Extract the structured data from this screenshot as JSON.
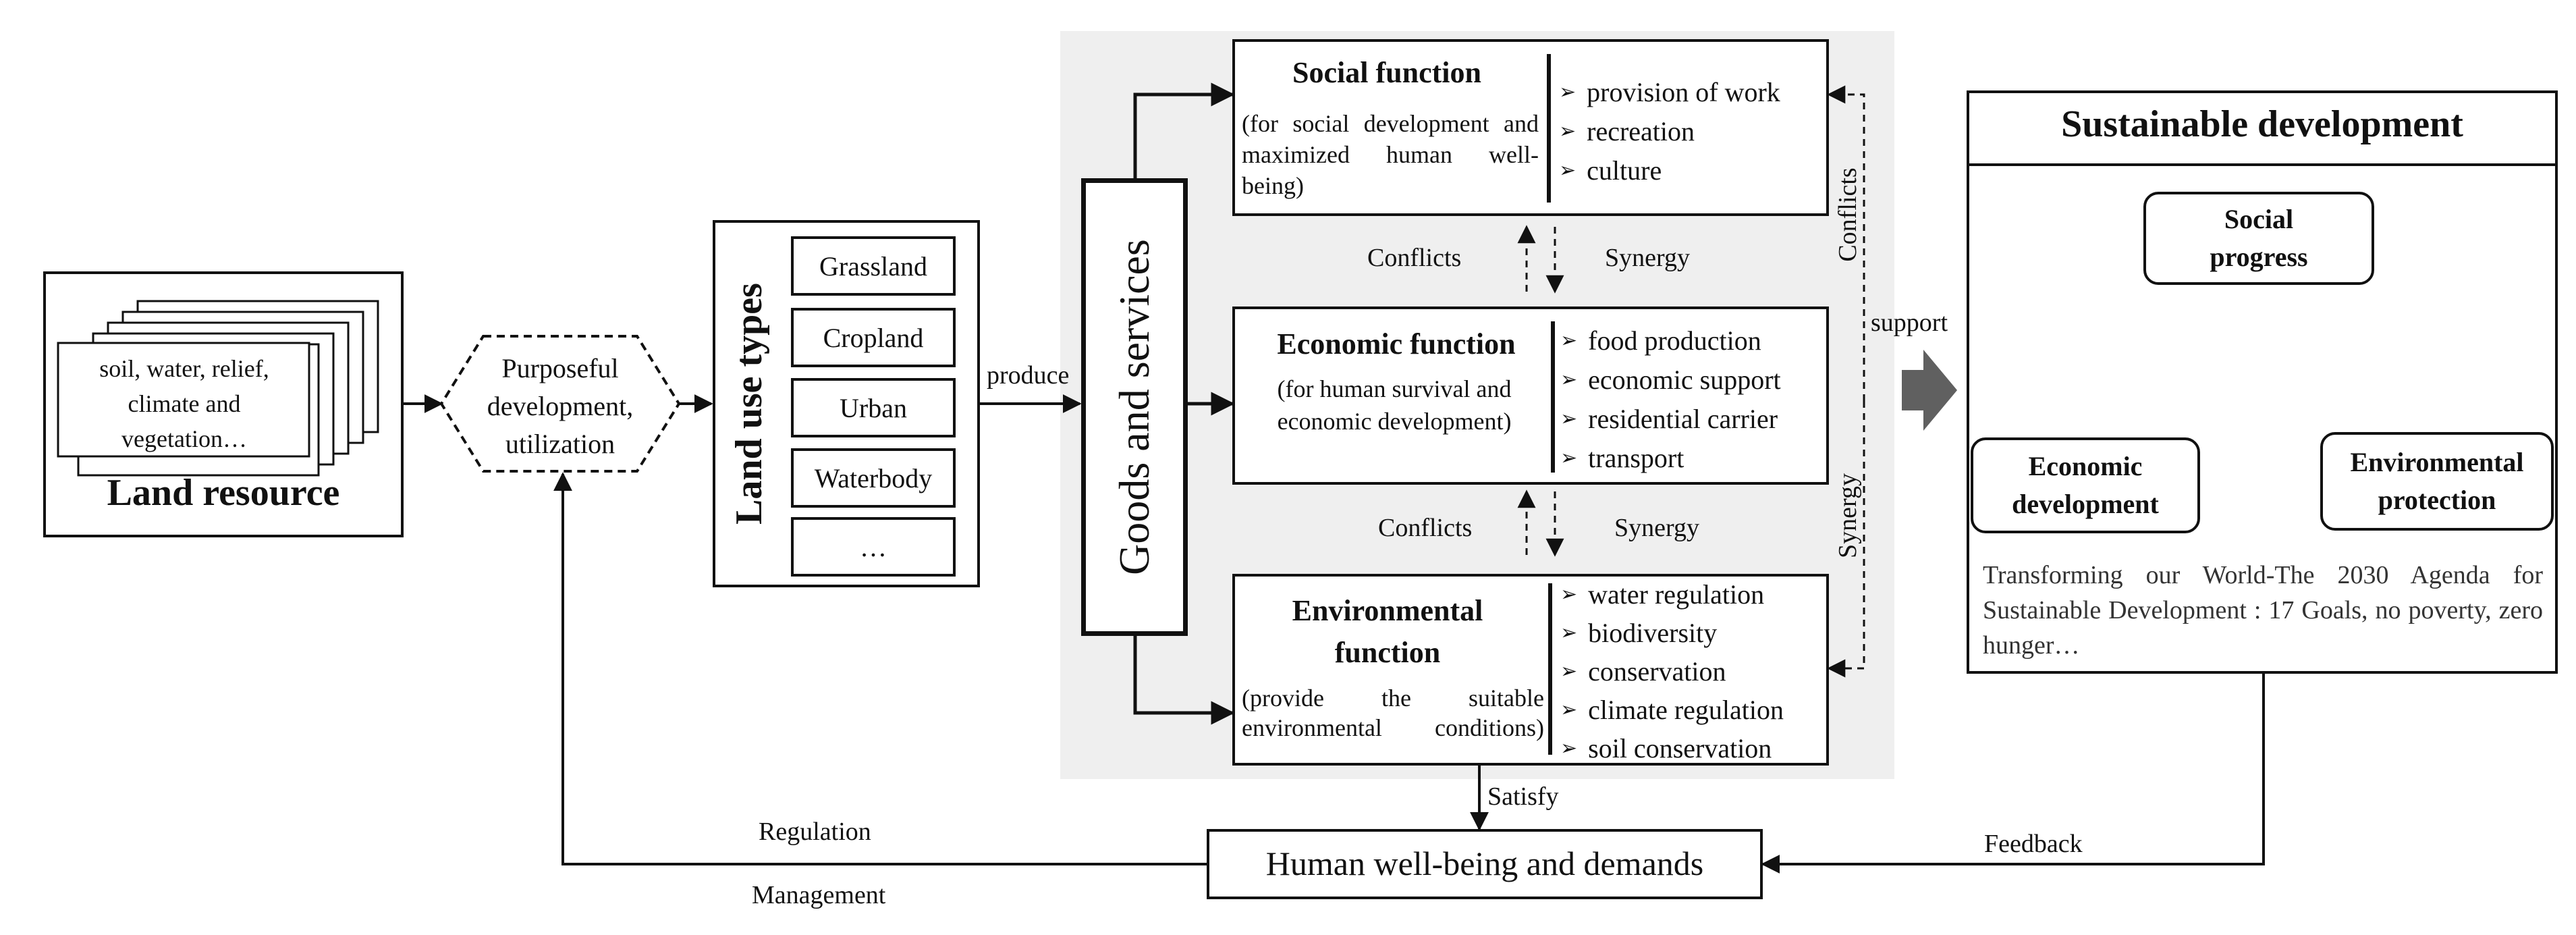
{
  "land_resource": {
    "description": "soil, water, relief, climate and vegetation…",
    "title": "Land resource"
  },
  "purposeful_development": "Purposeful development, utilization",
  "land_use_types": {
    "title": "Land use types",
    "items": [
      "Grassland",
      "Cropland",
      "Urban",
      "Waterbody",
      "…"
    ]
  },
  "produce_label": "produce",
  "goods_and_services": "Goods and services",
  "functions": {
    "social": {
      "title": "Social function",
      "subtitle": "(for social development and maximized human well-being)",
      "items": [
        "provision of work",
        "recreation",
        "culture"
      ]
    },
    "economic": {
      "title": "Economic function",
      "subtitle": "(for human survival and economic development)",
      "items": [
        "food production",
        "economic support",
        "residential carrier",
        "transport"
      ]
    },
    "environmental": {
      "title": "Environmental function",
      "subtitle": "(provide the suitable environmental conditions)",
      "items": [
        "water regulation",
        "biodiversity",
        "conservation",
        "climate regulation",
        "soil conservation"
      ]
    }
  },
  "relations": {
    "conflicts": "Conflicts",
    "synergy": "Synergy",
    "support": "support"
  },
  "sustainable_development": {
    "title": "Sustainable development",
    "nodes": {
      "social": "Social progress",
      "economic": "Economic development",
      "environmental": "Environmental protection"
    },
    "agenda": "Transforming our World-The 2030 Agenda for Sustainable Development : 17 Goals, no poverty, zero hunger…"
  },
  "satisfy_label": "Satisfy",
  "human_wellbeing": "Human well-being and demands",
  "regulation_label": "Regulation",
  "management_label": "Management",
  "feedback_label": "Feedback",
  "colors": {
    "panel_bg": "#efefef",
    "line": "#111111",
    "support_arrow": "#606060"
  }
}
